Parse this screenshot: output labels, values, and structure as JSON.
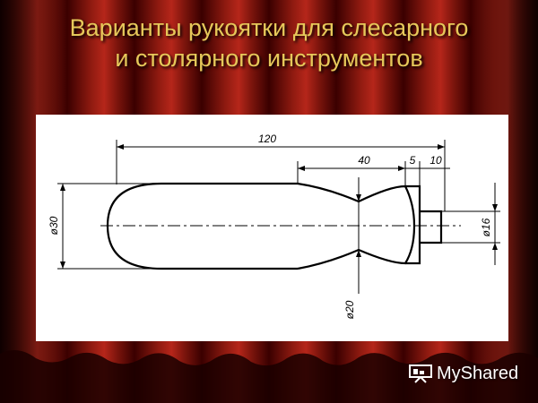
{
  "title": {
    "line1": "Варианты рукоятки для слесарного",
    "line2": "и столярного инструментов"
  },
  "drawing": {
    "dim_total": "120",
    "dim_neck": "40",
    "dim_collar": "5",
    "dim_tip": "10",
    "dia_body": "ø30",
    "dia_neck": "ø20",
    "dia_tip": "ø16"
  },
  "watermark": {
    "icon": "presentation-board-icon",
    "text": "MyShared"
  },
  "colors": {
    "title": "#e6c85a",
    "curtain_dark": "#3a0000",
    "curtain_light": "#b5261a"
  }
}
